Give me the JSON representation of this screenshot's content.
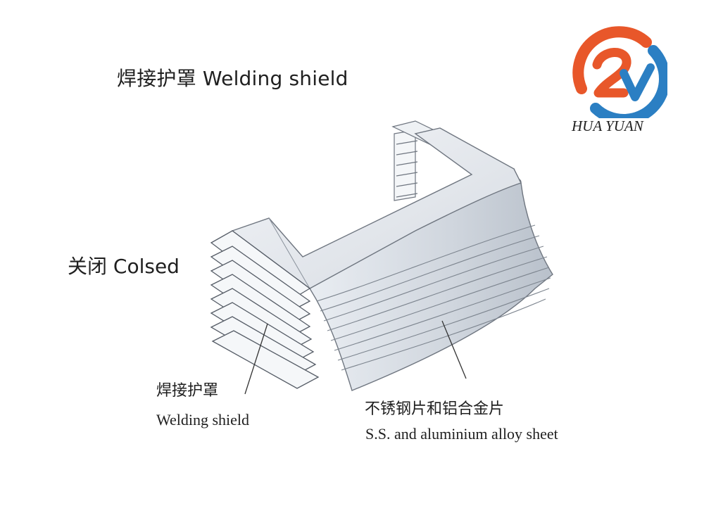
{
  "title": "焊接护罩 Welding shield",
  "state_label": "关闭 Colsed",
  "callouts": {
    "welding_shield_zh": "焊接护罩",
    "welding_shield_en": "Welding shield",
    "sheet_zh": "不锈钢片和铝合金片",
    "sheet_en": "S.S. and aluminium alloy sheet"
  },
  "brand": {
    "name": "HUA YUAN",
    "logo_colors": {
      "orange": "#e8572a",
      "blue": "#2b7fc3"
    }
  }
}
